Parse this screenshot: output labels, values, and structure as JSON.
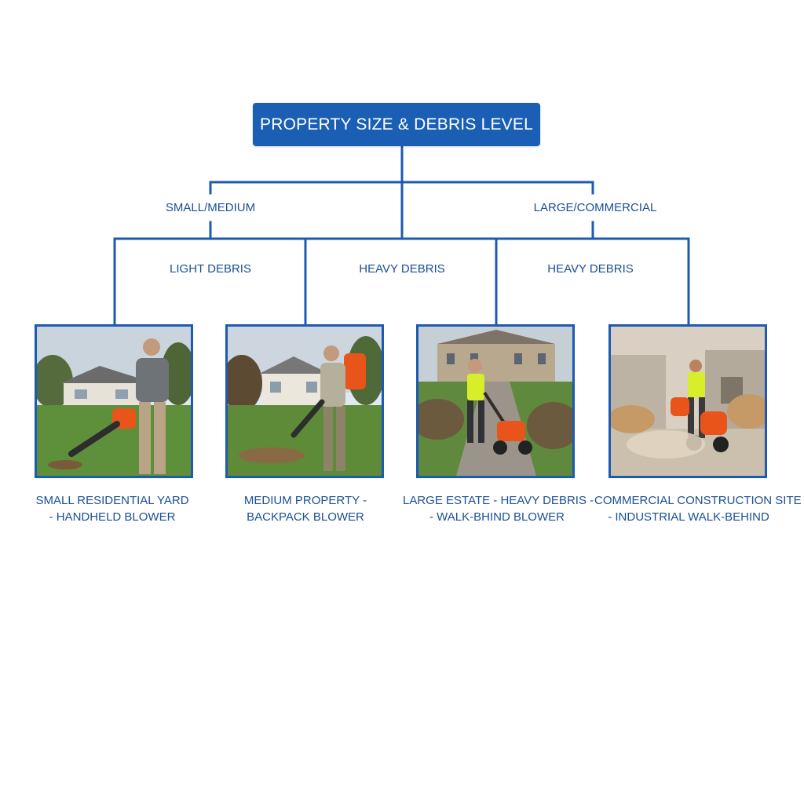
{
  "root": {
    "label": "PROPERTY SIZE & DEBRIS LEVEL"
  },
  "size_branches": [
    {
      "label": "SMALL/MEDIUM"
    },
    {
      "label": "LARGE/COMMERCIAL"
    }
  ],
  "debris_branches": [
    {
      "label": "LIGHT DEBRIS"
    },
    {
      "label": "HEAVY DEBRIS"
    },
    {
      "label": "HEAVY DEBRIS"
    }
  ],
  "leaves": [
    {
      "caption_line1": "SMALL RESIDENTIAL YARD",
      "caption_line2": "- HANDHELD BLOWER"
    },
    {
      "caption_line1": "MEDIUM PROPERTY -",
      "caption_line2": "BACKPACK BLOWER"
    },
    {
      "caption_line1": "LARGE ESTATE - HEAVY DEBRIS -",
      "caption_line2": "- WALK-BHIND BLOWER"
    },
    {
      "caption_line1": "COMMERCIAL CONSTRUCTION SITE",
      "caption_line2": "- INDUSTRIAL WALK-BEHIND"
    }
  ],
  "colors": {
    "primary": "#1a5fb4",
    "line": "#1d5ab0",
    "text": "#1a4f95",
    "blower": "#e8541a"
  }
}
